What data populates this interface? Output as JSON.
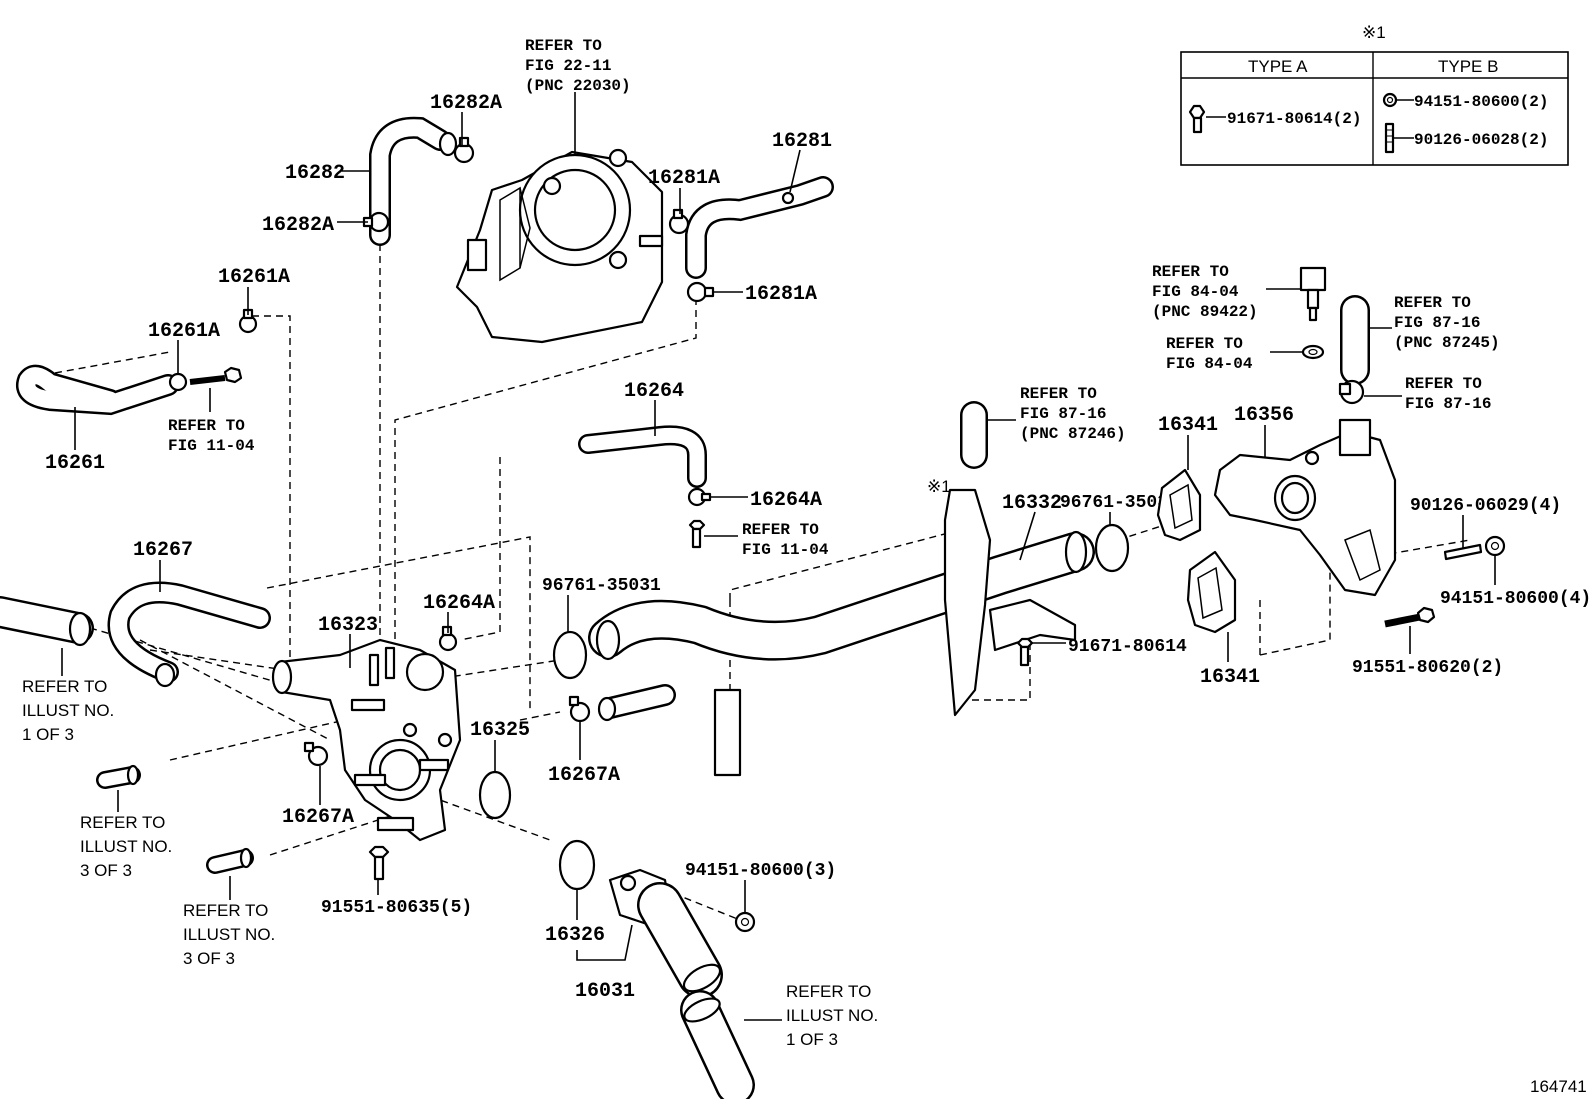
{
  "figure_number": "164741",
  "note_mark": "※1",
  "type_table": {
    "mark": "※1",
    "col_a": "TYPE A",
    "col_b": "TYPE B",
    "a_part": "91671-80614(2)",
    "b_part_1": "94151-80600(2)",
    "b_part_2": "90126-06028(2)"
  },
  "callouts": {
    "p16282A_top": "16282A",
    "p16282": "16282",
    "p16282A_low": "16282A",
    "p16281": "16281",
    "p16281A_top": "16281A",
    "p16281A_low": "16281A",
    "p16261A_top": "16261A",
    "p16261A_mid": "16261A",
    "p16261": "16261",
    "p16264": "16264",
    "p16264A_right": "16264A",
    "p16264A_left": "16264A",
    "p16267": "16267",
    "p16323": "16323",
    "p16325": "16325",
    "p16267A_mid": "16267A",
    "p16267A_left": "16267A",
    "p16326": "16326",
    "p16031": "16031",
    "p16332": "16332",
    "p16341_top": "16341",
    "p16356": "16356",
    "p16341_low": "16341",
    "pn_96761_left": "96761-35031",
    "pn_96761_right": "96761-35031",
    "pn_91671": "91671-80614",
    "pn_90126": "90126-06029(4)",
    "pn_94151_right": "94151-80600(4)",
    "pn_91551_right": "91551-80620(2)",
    "pn_91551_left": "91551-80635(5)",
    "pn_94151_low": "94151-80600(3)"
  },
  "references": {
    "throttle": [
      "REFER TO",
      "FIG 22-11",
      "(PNC 22030)"
    ],
    "fig_11_04_a": [
      "REFER TO",
      "FIG 11-04"
    ],
    "fig_11_04_b": [
      "REFER TO",
      "FIG 11-04"
    ],
    "fig_84_04_pnc": [
      "REFER TO",
      "FIG 84-04",
      "(PNC 89422)"
    ],
    "fig_84_04": [
      "REFER TO",
      "FIG 84-04"
    ],
    "fig_87_16_pnc245": [
      "REFER TO",
      "FIG 87-16",
      "(PNC 87245)"
    ],
    "fig_87_16": [
      "REFER TO",
      "FIG 87-16"
    ],
    "fig_87_16_pnc246": [
      "REFER TO",
      "FIG 87-16",
      "(PNC 87246)"
    ],
    "illust_1of3_top": [
      "REFER TO",
      "ILLUST NO.",
      "1 OF 3"
    ],
    "illust_3of3_a": [
      "REFER TO",
      "ILLUST NO.",
      "3 OF 3"
    ],
    "illust_3of3_b": [
      "REFER TO",
      "ILLUST NO.",
      "3 OF 3"
    ],
    "illust_1of3_bottom": [
      "REFER TO",
      "ILLUST NO.",
      "1 OF 3"
    ]
  }
}
